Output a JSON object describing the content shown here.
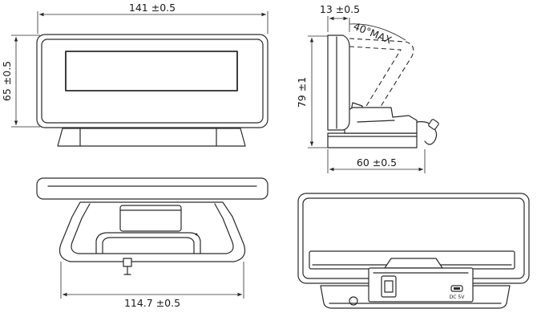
{
  "dimensions": {
    "front_width": "141 ±0.5",
    "front_height": "65 ±0.5",
    "side_depth_top": "13 ±0.5",
    "tilt_angle": "40°MAX",
    "side_height": "79 ±1",
    "side_base_depth": "60 ±0.5",
    "base_width": "114.7 ±0.5"
  },
  "port_label": "DC 5V"
}
